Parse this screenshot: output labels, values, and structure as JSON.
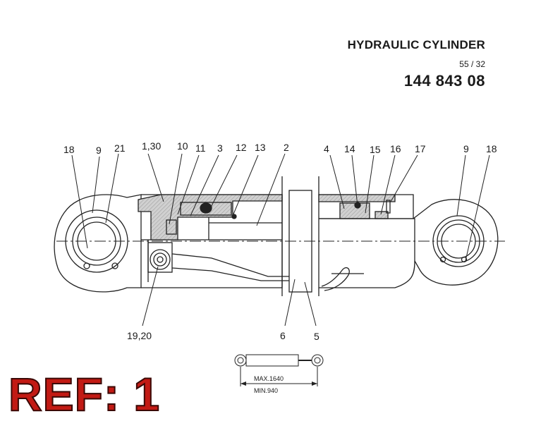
{
  "header": {
    "title": "HYDRAULIC CYLINDER",
    "page": "55 / 32",
    "part_number": "144 843 08"
  },
  "ref": "REF: 1",
  "callouts": [
    "18",
    "9",
    "21",
    "1,30",
    "10",
    "11",
    "3",
    "12",
    "13",
    "2",
    "4",
    "14",
    "15",
    "16",
    "17",
    "9",
    "18",
    "19,20",
    "6",
    "5"
  ],
  "dimensions": {
    "max": "MAX.1640",
    "min": "MIN.940"
  }
}
